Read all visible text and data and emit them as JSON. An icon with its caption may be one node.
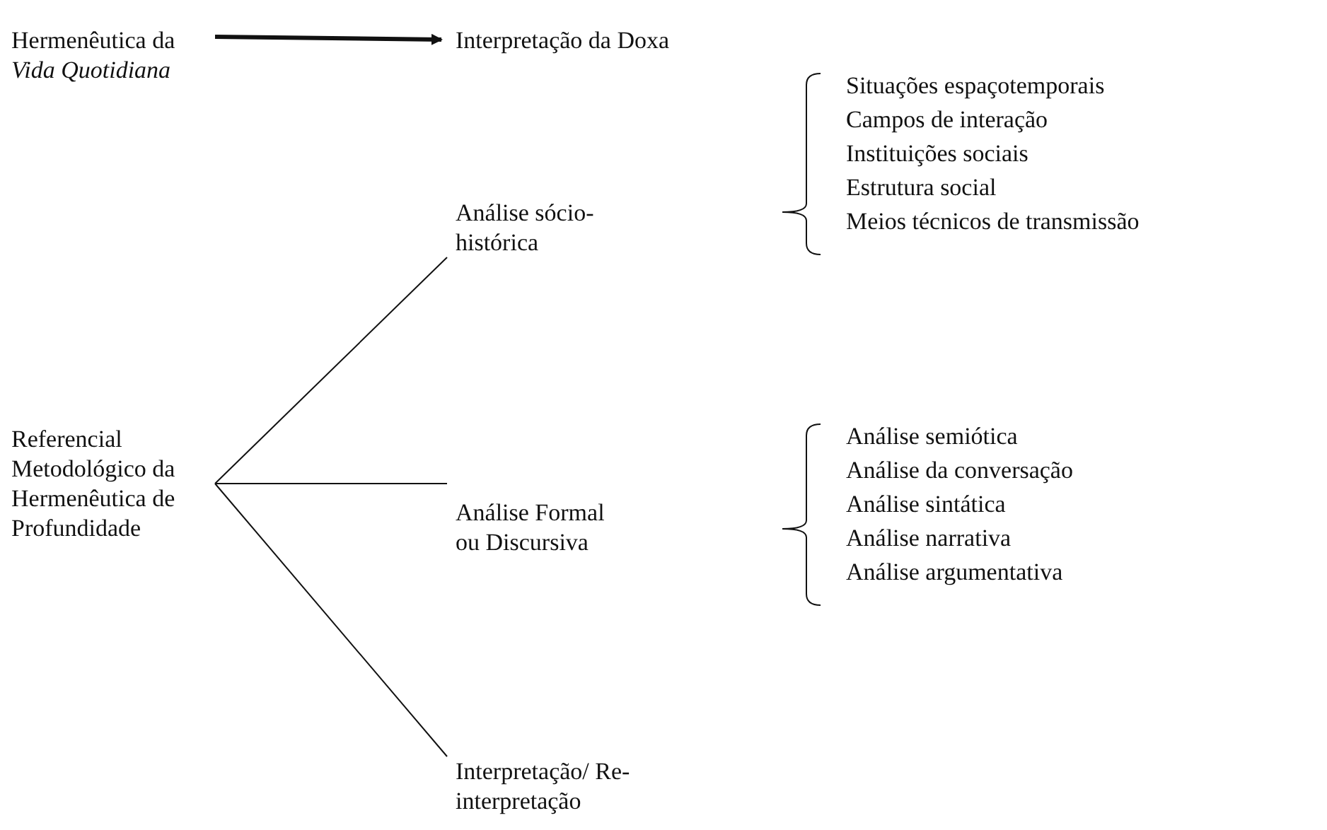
{
  "diagram": {
    "nodes": [
      {
        "text": [
          "Hermenêutica da *Vida Quotidiana*"
        ]
      },
      {
        "text": [
          "Interpretação da Doxa"
        ]
      },
      {
        "text": [
          "Análise sócio-histórica"
        ]
      },
      {
        "text": [
          "Referencial Metodológico da Hermenêutica de Profundidade"
        ]
      },
      {
        "text": [
          "Análise Formal ou Discursiva"
        ]
      },
      {
        "text": [
          "Interpretação/ Re-interpretação"
        ]
      }
    ],
    "edges": [
      {
        "from": 0,
        "to": 1,
        "arrow": "to",
        "style": "thick"
      },
      {
        "from": 3,
        "to": 2,
        "arrow": "none"
      },
      {
        "from": 3,
        "to": 4,
        "arrow": "none"
      },
      {
        "from": 3,
        "to": 5,
        "arrow": "none"
      }
    ],
    "labels": [
      "Situações espaçotemporais",
      "Campos de interação",
      "Instituições sociais",
      "Estrutura social",
      "Meios técnicos de transmissão",
      "Análise semiótica",
      "Análise da conversação",
      "Análise sintática",
      "Análise narrativa",
      "Análise argumentativa"
    ]
  }
}
